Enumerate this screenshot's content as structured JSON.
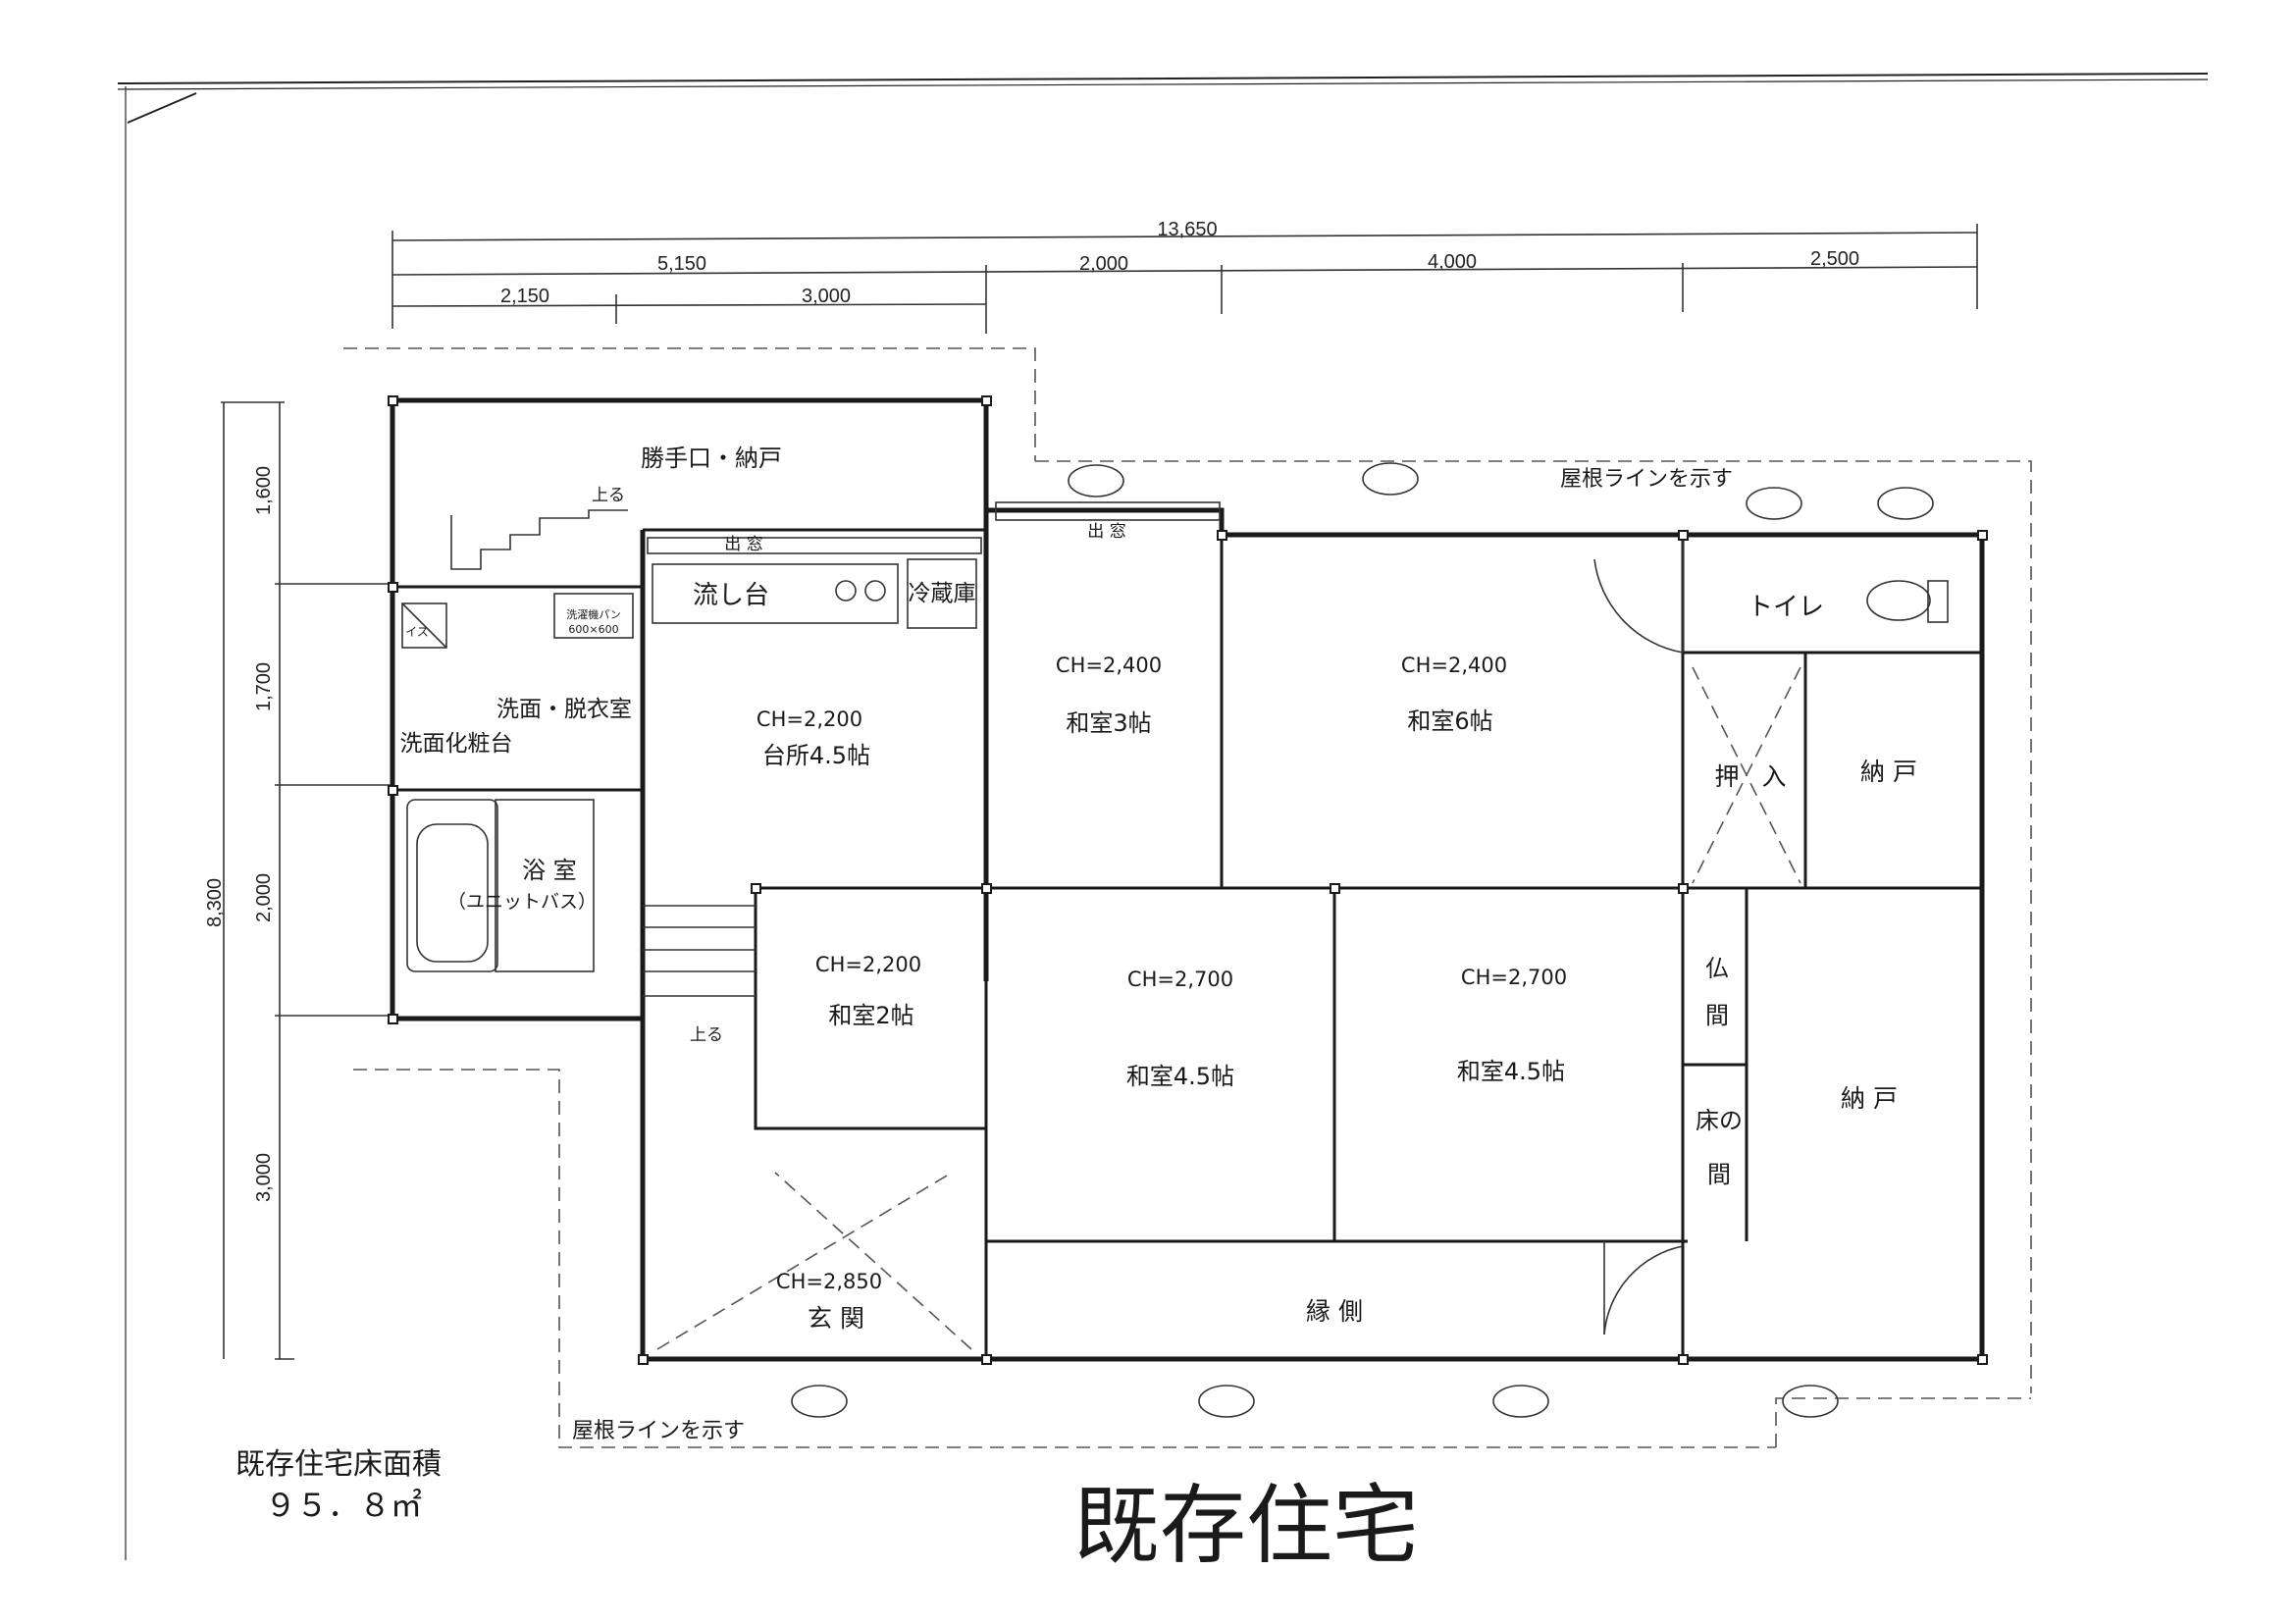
{
  "title": "既存住宅",
  "floor_area": {
    "label": "既存住宅床面積",
    "value": "９５．８㎡"
  },
  "roof_line_label": "屋根ラインを示す",
  "dimensions": {
    "top_total": "13,650",
    "top_row2": [
      "5,150",
      "2,000",
      "4,000",
      "2,500"
    ],
    "top_row3": [
      "2,150",
      "3,000"
    ],
    "left_total": "8,300",
    "left_parts": [
      "1,600",
      "1,700",
      "2,000",
      "3,000"
    ]
  },
  "rooms": {
    "katteguchi": "勝手口・納戸",
    "agaru1": "上る",
    "agaru2": "上る",
    "demado1": "出 窓",
    "demado2": "出 窓",
    "nagashidai": "流し台",
    "reizoko": "冷蔵庫",
    "senmen": "洗面・脱衣室",
    "senmen_keshodai": "洗面化粧台",
    "sentakuki": "洗濯機パン",
    "sentakuki_size": "600×600",
    "isu": "イス",
    "yokushitsu": "浴 室",
    "yokushitsu_sub": "（ユニットバス）",
    "daidokoro_ch": "CH=2,200",
    "daidokoro": "台所4.5帖",
    "washitsu3_ch": "CH=2,400",
    "washitsu3": "和室3帖",
    "washitsu6_ch": "CH=2,400",
    "washitsu6": "和室6帖",
    "toilet": "トイレ",
    "oshiire": "押",
    "oshiire2": "入",
    "nando1": "納 戸",
    "washitsu2_ch": "CH=2,200",
    "washitsu2": "和室2帖",
    "washitsu45a_ch": "CH=2,700",
    "washitsu45a": "和室4.5帖",
    "washitsu45b_ch": "CH=2,700",
    "washitsu45b": "和室4.5帖",
    "butsuma1": "仏",
    "butsuma2": "間",
    "tokonoma1": "床の",
    "tokonoma2": "間",
    "nando2": "納 戸",
    "genkan_ch": "CH=2,850",
    "genkan": "玄 関",
    "engawa": "縁 側"
  }
}
